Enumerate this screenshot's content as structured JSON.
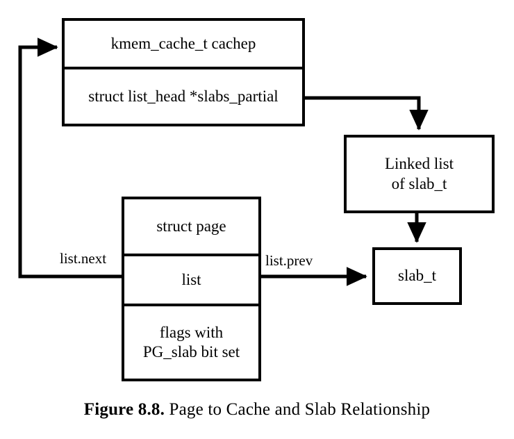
{
  "figure": {
    "caption_label": "Figure 8.8.",
    "caption_text": " Page to Cache and Slab Relationship"
  },
  "diagram": {
    "type": "block-diagram",
    "title": "Page to Cache and Slab Relationship",
    "nodes": [
      {
        "id": "cachep",
        "cells": [
          "kmem_cache_t cachep",
          "struct list_head *slabs_partial"
        ]
      },
      {
        "id": "linked-list",
        "cells": [
          "Linked list\nof slab_t"
        ]
      },
      {
        "id": "slab-t",
        "cells": [
          "slab_t"
        ]
      },
      {
        "id": "struct-page",
        "cells": [
          "struct page",
          "list",
          "flags with\nPG_slab bit set"
        ]
      }
    ],
    "edges": [
      {
        "id": "slabs-partial-to-linked-list",
        "from": "cachep.slabs_partial",
        "to": "linked-list",
        "label": ""
      },
      {
        "id": "linked-list-to-slab-t",
        "from": "linked-list",
        "to": "slab-t",
        "label": ""
      },
      {
        "id": "list-prev-to-slab-t",
        "from": "struct-page.list",
        "to": "slab-t",
        "label": "list.prev"
      },
      {
        "id": "list-next-to-cachep",
        "from": "struct-page.list",
        "to": "cachep",
        "label": "list.next"
      }
    ],
    "colors": {
      "stroke": "#000000",
      "background": "#ffffff",
      "text": "#000000"
    }
  }
}
